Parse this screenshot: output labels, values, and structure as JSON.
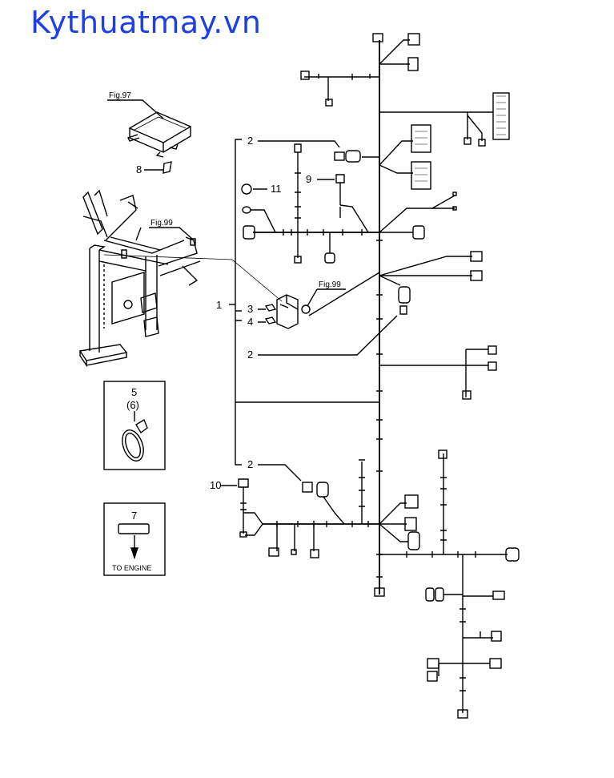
{
  "watermark": "Kythuatmay.vn",
  "figure_refs": {
    "fig97": "Fig.97",
    "fig99_top": "Fig.99",
    "fig99_mid": "Fig.99"
  },
  "callouts": {
    "c1": "1",
    "c2a": "2",
    "c2b": "2",
    "c2c": "2",
    "c3": "3",
    "c4": "4",
    "c5": "5",
    "c6": "(6)",
    "c7": "7",
    "c8": "8",
    "c9": "9",
    "c10": "10",
    "c11": "11"
  },
  "to_engine": "TO ENGINE"
}
